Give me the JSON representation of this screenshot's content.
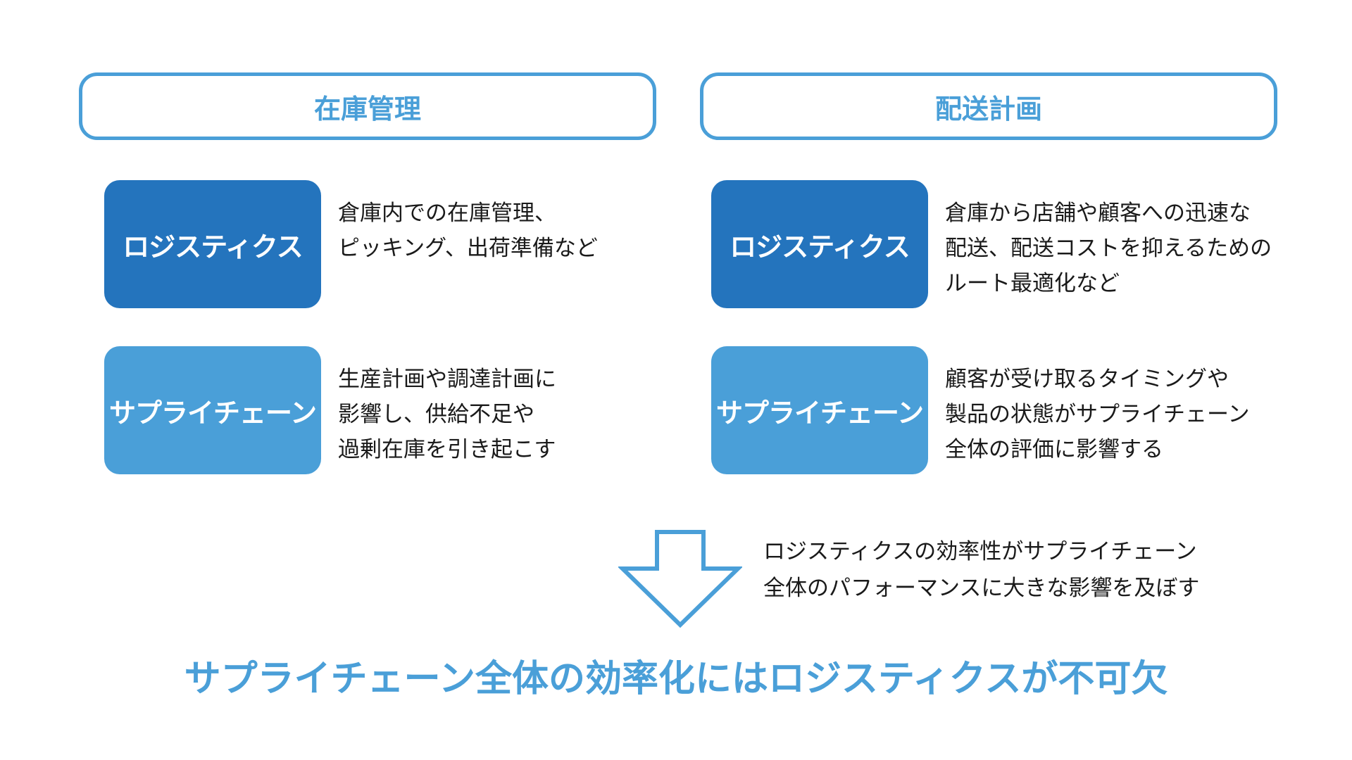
{
  "columns": [
    {
      "header": "在庫管理",
      "rows": [
        {
          "tag": "ロジスティクス",
          "lines": [
            "倉庫内での在庫管理、",
            "ピッキング、出荷準備など"
          ]
        },
        {
          "tag": "サプライチェーン",
          "lines": [
            "生産計画や調達計画に",
            "影響し、供給不足や",
            "過剰在庫を引き起こす"
          ]
        }
      ]
    },
    {
      "header": "配送計画",
      "rows": [
        {
          "tag": "ロジスティクス",
          "lines": [
            "倉庫から店舗や顧客への迅速な",
            "配送、配送コストを抑えるための",
            "ルート最適化など"
          ]
        },
        {
          "tag": "サプライチェーン",
          "lines": [
            "顧客が受け取るタイミングや",
            "製品の状態がサプライチェーン",
            "全体の評価に影響する"
          ]
        }
      ]
    }
  ],
  "note": {
    "lines": [
      "ロジスティクスの効率性がサプライチェーン",
      "全体のパフォーマンスに大きな影響を及ぼす"
    ]
  },
  "arrow": {
    "icon": "down-arrow-outline-icon"
  },
  "conclusion": "サプライチェーン全体の効率化にはロジスティクスが不可欠",
  "colors": {
    "accent": "#4a9fd8",
    "dark": "#2474bd",
    "text": "#1a1a1a"
  }
}
